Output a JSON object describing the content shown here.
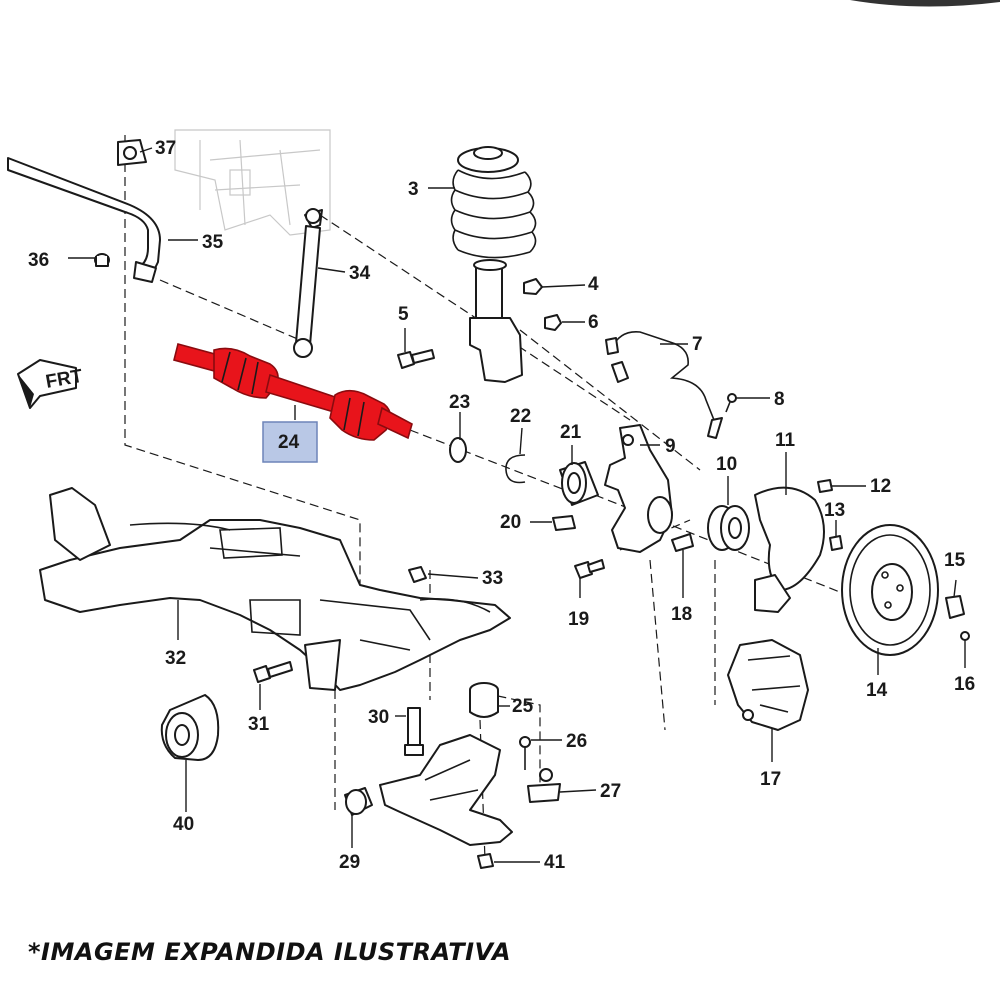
{
  "diagram": {
    "orientation_label": "FRT",
    "highlight_color": "#e8141b",
    "highlight_box_color": "#b9c8e6",
    "highlighted_part": "24",
    "callouts": {
      "c3": "3",
      "c4": "4",
      "c5": "5",
      "c6": "6",
      "c7": "7",
      "c8": "8",
      "c9": "9",
      "c10": "10",
      "c11": "11",
      "c12": "12",
      "c13": "13",
      "c14": "14",
      "c15": "15",
      "c16": "16",
      "c17": "17",
      "c18": "18",
      "c19": "19",
      "c20": "20",
      "c21": "21",
      "c22": "22",
      "c23": "23",
      "c24": "24",
      "c25": "25",
      "c26": "26",
      "c27": "27",
      "c29": "29",
      "c30": "30",
      "c31": "31",
      "c32": "32",
      "c33": "33",
      "c34": "34",
      "c35": "35",
      "c36": "36",
      "c37": "37",
      "c40": "40",
      "c41": "41"
    }
  },
  "footnote": "*IMAGEM EXPANDIDA ILUSTRATIVA"
}
